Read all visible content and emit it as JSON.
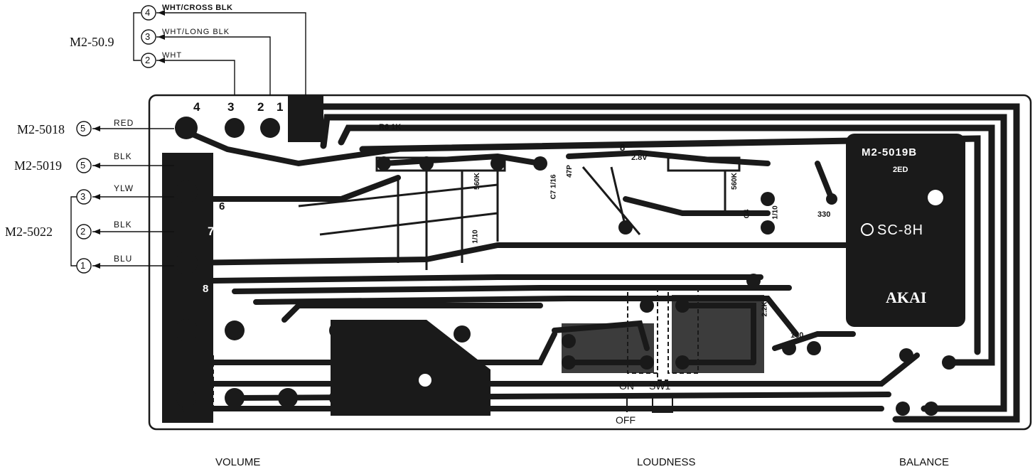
{
  "connectors": {
    "m2_50_9": {
      "label": "M2-50.9",
      "pins": [
        {
          "num": "4",
          "wire": "WHT/CROSS BLK"
        },
        {
          "num": "3",
          "wire": "WHT/LONG BLK"
        },
        {
          "num": "2",
          "wire": "WHT"
        }
      ]
    },
    "m2_5018": {
      "label": "M2-5018",
      "pin": "5",
      "wire": "RED"
    },
    "m2_5019": {
      "label": "M2-5019",
      "pin": "5",
      "wire": "BLK"
    },
    "m2_5022": {
      "label": "M2-5022",
      "pins": [
        {
          "num": "3",
          "wire": "YLW"
        },
        {
          "num": "2",
          "wire": "BLK"
        },
        {
          "num": "1",
          "wire": "BLU"
        }
      ]
    }
  },
  "pcb": {
    "terminals": [
      "4",
      "3",
      "2",
      "1",
      "6",
      "7",
      "8"
    ],
    "module": {
      "part": "M2-5019B",
      "sub": "2ED",
      "model": "SC-8H",
      "brand": "AKAI"
    },
    "switch": {
      "on": "ON",
      "off": "OFF",
      "name": "SW1"
    },
    "component_labels": [
      "R6 1K",
      "C7 1/16",
      "47P",
      "8",
      "2.8V",
      "560K",
      "560K",
      "C4",
      "1/10",
      "330",
      "1/10",
      "2.2K",
      "180"
    ]
  },
  "controls": [
    "VOLUME",
    "LOUDNESS",
    "BALANCE"
  ],
  "colors": {
    "trace": "#1a1a1a",
    "board": "#ffffff",
    "ink": "#111111"
  }
}
